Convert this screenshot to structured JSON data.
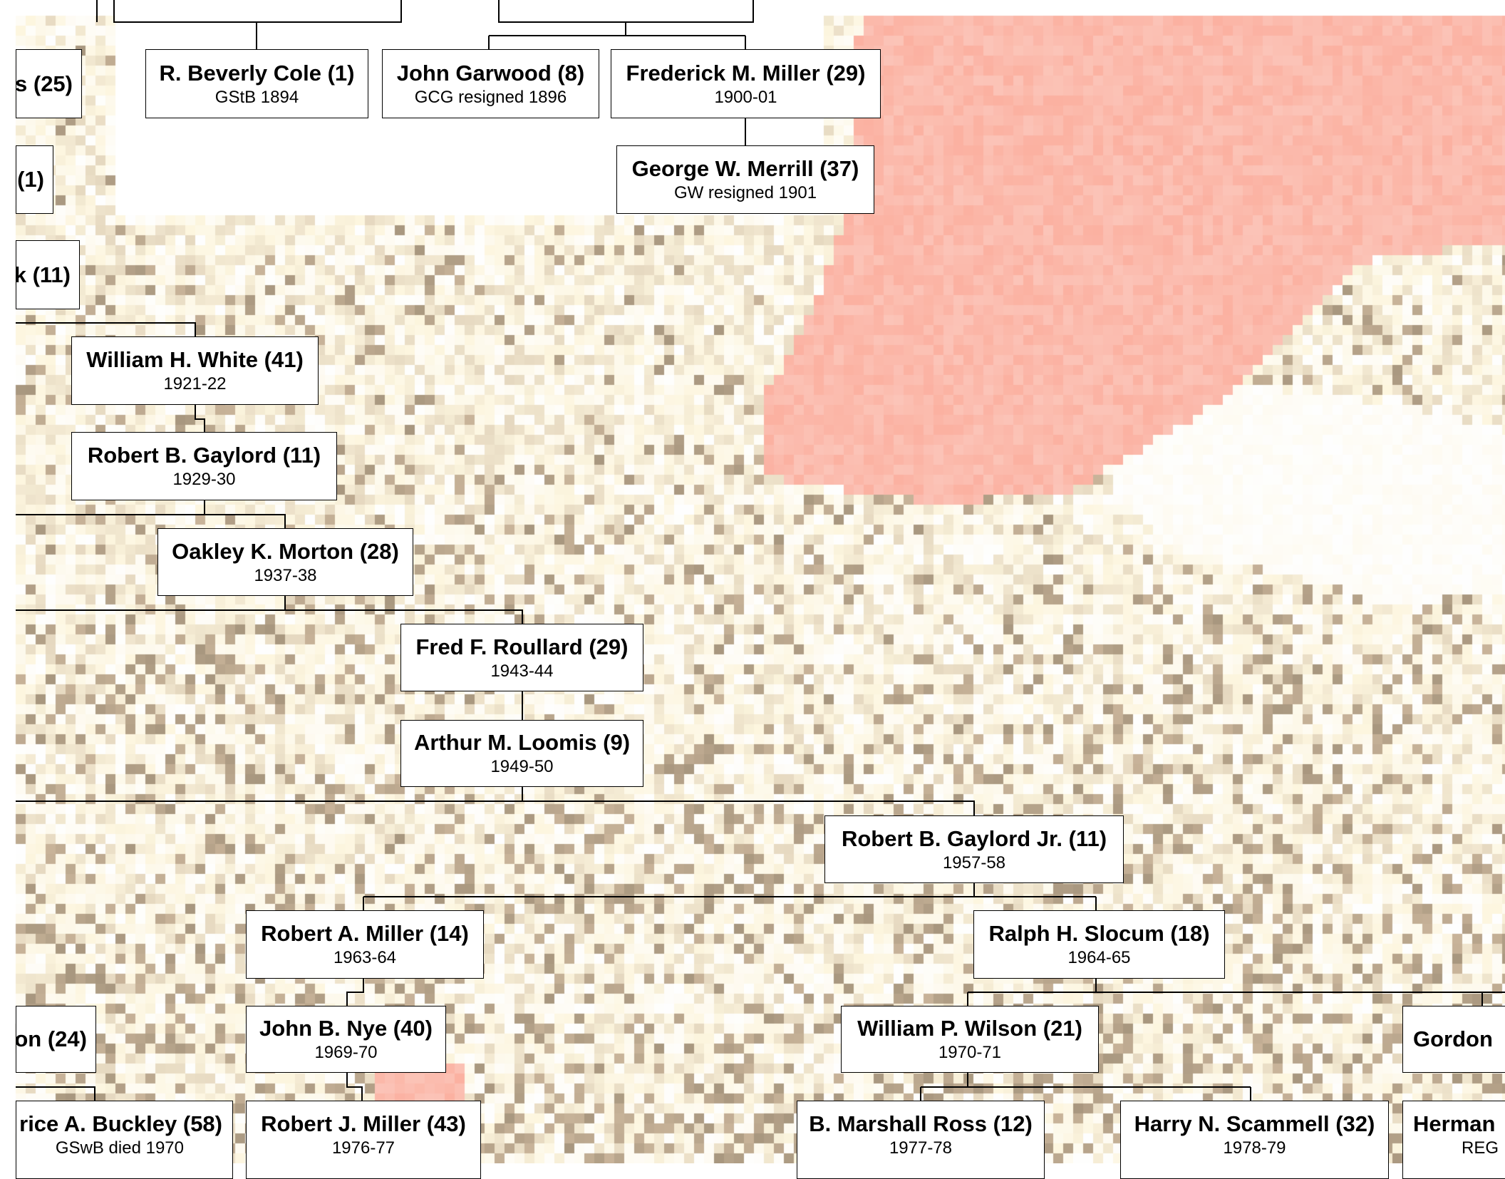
{
  "colors": {
    "line": "#000000",
    "box_fill": "#ffffff",
    "box_border": "#000000",
    "map_cream": "#fdf6df",
    "map_tan": "#c9b49a",
    "map_brown": "#a8977f",
    "map_pink": "#fbb1a1",
    "map_white": "#ffffff"
  },
  "nodes": {
    "frag_25": {
      "name": "s (25)",
      "sub": ""
    },
    "cole": {
      "name": "R. Beverly Cole (1)",
      "sub": "GStB 1894"
    },
    "garwood": {
      "name": "John Garwood (8)",
      "sub": "GCG resigned 1896"
    },
    "fmiller": {
      "name": "Frederick M. Miller (29)",
      "sub": "1900-01"
    },
    "frag_1": {
      "name": "(1)",
      "sub": ""
    },
    "merrill": {
      "name": "George W. Merrill (37)",
      "sub": "GW resigned 1901"
    },
    "frag_11": {
      "name": "k (11)",
      "sub": ""
    },
    "white": {
      "name": "William H. White (41)",
      "sub": "1921-22"
    },
    "gaylord": {
      "name": "Robert B. Gaylord (11)",
      "sub": "1929-30"
    },
    "morton": {
      "name": "Oakley K. Morton (28)",
      "sub": "1937-38"
    },
    "roullard": {
      "name": "Fred F. Roullard (29)",
      "sub": "1943-44"
    },
    "loomis": {
      "name": "Arthur M. Loomis (9)",
      "sub": "1949-50"
    },
    "gaylordjr": {
      "name": "Robert B. Gaylord Jr. (11)",
      "sub": "1957-58"
    },
    "ramiller": {
      "name": "Robert A. Miller (14)",
      "sub": "1963-64"
    },
    "slocum": {
      "name": "Ralph H. Slocum (18)",
      "sub": "1964-65"
    },
    "frag_24": {
      "name": "on (24)",
      "sub": ""
    },
    "nye": {
      "name": "John B. Nye (40)",
      "sub": "1969-70"
    },
    "wilson": {
      "name": "William P. Wilson (21)",
      "sub": "1970-71"
    },
    "gordon": {
      "name": "Gordon",
      "sub": ""
    },
    "buckley": {
      "name": "rice A. Buckley (58)",
      "sub": "GSwB died 1970"
    },
    "rjmiller": {
      "name": "Robert J. Miller (43)",
      "sub": "1976-77"
    },
    "ross": {
      "name": "B. Marshall Ross (12)",
      "sub": "1977-78"
    },
    "scammell": {
      "name": "Harry N. Scammell (32)",
      "sub": "1978-79"
    },
    "herman": {
      "name": "Herman",
      "sub": "REG"
    }
  }
}
